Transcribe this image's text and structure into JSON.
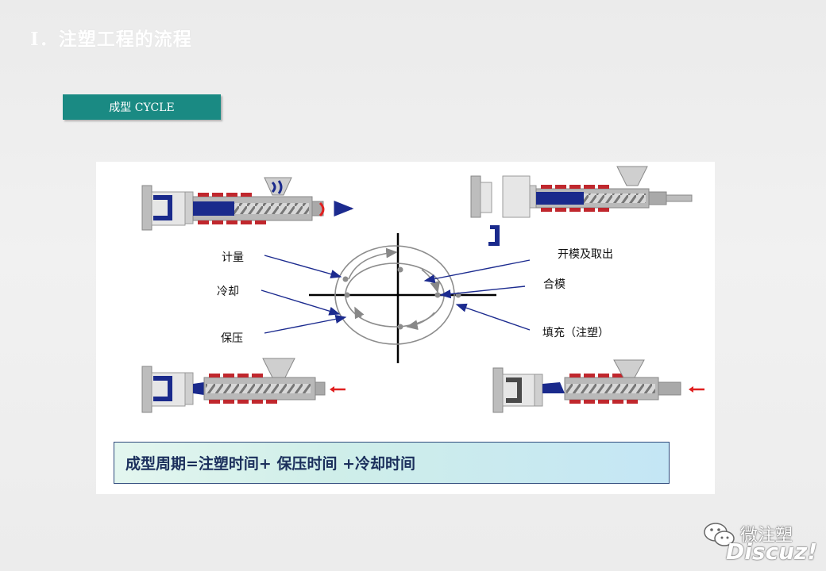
{
  "slide": {
    "title": "Ⅰ．注塑工程的流程"
  },
  "section": {
    "badge": "成型 CYCLE"
  },
  "diagram": {
    "stages": [
      {
        "id": "metering",
        "label": "计量"
      },
      {
        "id": "cooling",
        "label": "冷却"
      },
      {
        "id": "holding",
        "label": "保压"
      },
      {
        "id": "open_eject",
        "label": "开模及取出"
      },
      {
        "id": "close",
        "label": "合模"
      },
      {
        "id": "fill",
        "label": "填充（注塑）"
      }
    ],
    "colors": {
      "mold_blue": "#1a2a8c",
      "heater_red": "#c0272d",
      "barrel_gray": "#b9b9b9",
      "arrow_red": "#e02020",
      "pointer_navy": "#1c2b8f"
    }
  },
  "formula": {
    "text": "成型周期=注塑时间+ 保压时间 +冷却时间"
  },
  "watermark": {
    "brand": "微注塑",
    "site": "Discuz!",
    "icon": "wechat-icon"
  }
}
